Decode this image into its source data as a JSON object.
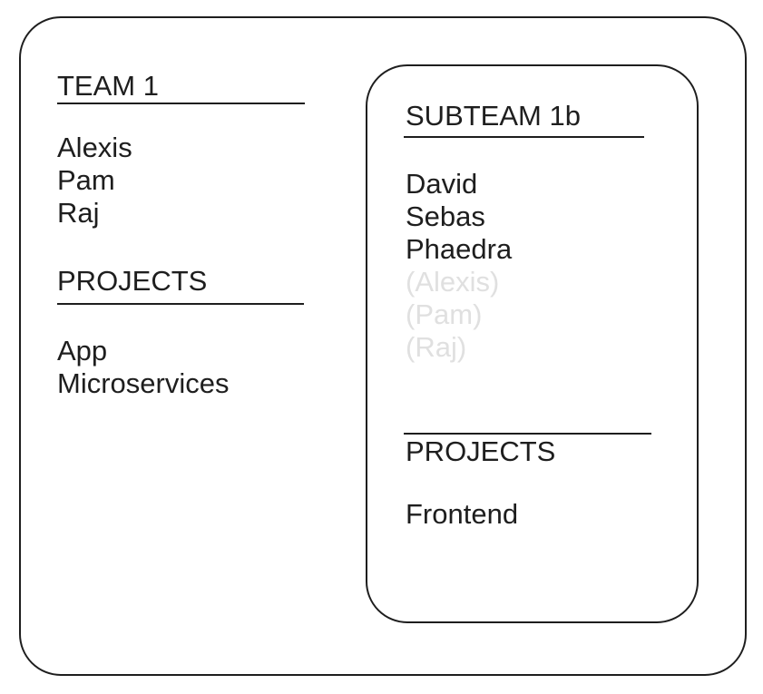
{
  "colors": {
    "background": "#ffffff",
    "border": "#1e1e1e",
    "text": "#1e1e1e",
    "inherited_member_text": "#e0e0e0"
  },
  "team_box": {
    "header": "TEAM 1",
    "members": [
      "Alexis",
      "Pam",
      "Raj"
    ],
    "projects_header": "PROJECTS",
    "projects": [
      "App",
      "Microservices"
    ]
  },
  "subteam_box": {
    "header": "SUBTEAM 1b",
    "members": [
      "David",
      "Sebas",
      "Phaedra"
    ],
    "inherited_members": [
      "(Alexis)",
      "(Pam)",
      "(Raj)"
    ],
    "projects_header": "PROJECTS",
    "projects": [
      "Frontend"
    ]
  }
}
